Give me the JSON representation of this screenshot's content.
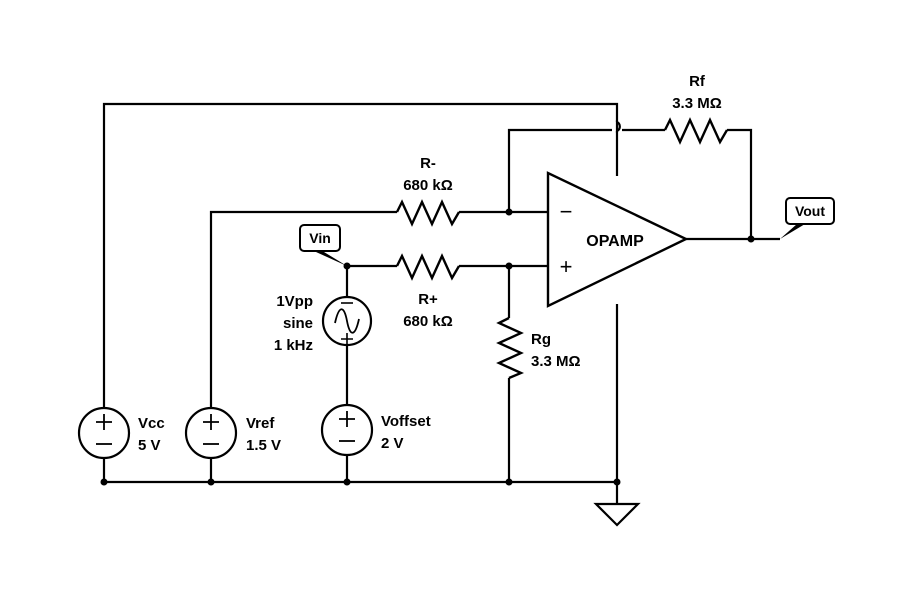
{
  "components": {
    "rf": {
      "name": "Rf",
      "value": "3.3 MΩ"
    },
    "rminus": {
      "name": "R-",
      "value": "680 kΩ"
    },
    "rplus": {
      "name": "R+",
      "value": "680 kΩ"
    },
    "rg": {
      "name": "Rg",
      "value": "3.3 MΩ"
    },
    "opamp": {
      "name": "OPAMP",
      "minus_sign": "−",
      "plus_sign": "+"
    },
    "sine_source": {
      "line1": "1Vpp",
      "line2": "sine",
      "line3": "1 kHz"
    },
    "vcc": {
      "name": "Vcc",
      "value": "5 V"
    },
    "vref": {
      "name": "Vref",
      "value": "1.5 V"
    },
    "voffset": {
      "name": "Voffset",
      "value": "2 V"
    }
  },
  "net_labels": {
    "vin": "Vin",
    "vout": "Vout"
  }
}
